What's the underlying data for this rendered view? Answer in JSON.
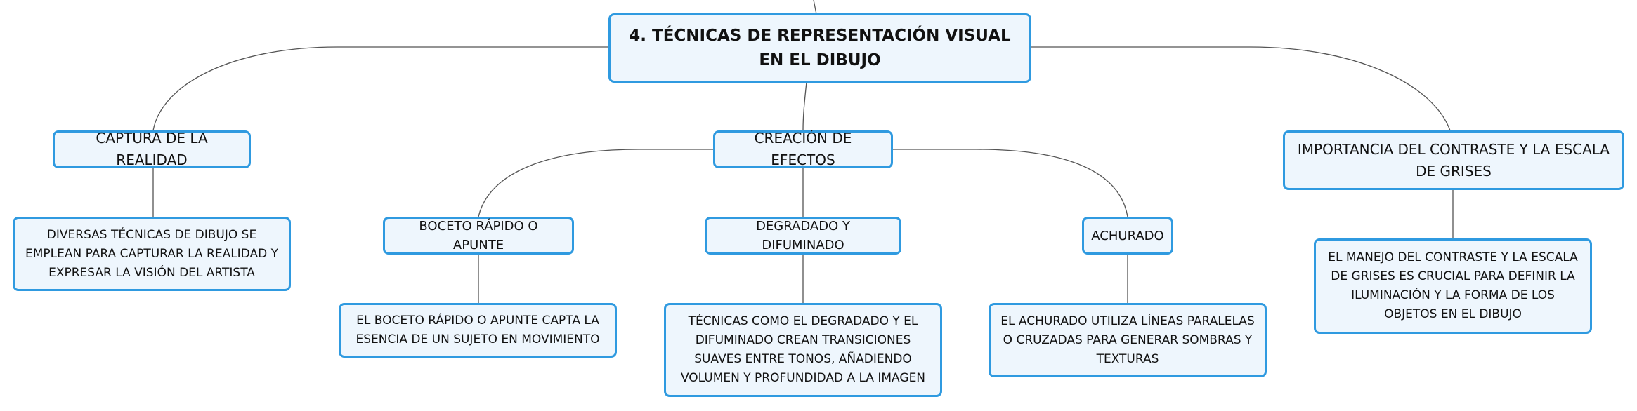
{
  "mindmap": {
    "root": {
      "label": "4. TÉCNICAS DE REPRESENTACIÓN VISUAL EN EL DIBUJO"
    },
    "branches": [
      {
        "label": "CAPTURA DE LA REALIDAD",
        "details": "DIVERSAS TÉCNICAS DE DIBUJO SE EMPLEAN PARA CAPTURAR LA REALIDAD Y EXPRESAR LA VISIÓN DEL ARTISTA"
      },
      {
        "label": "CREACIÓN DE EFECTOS",
        "children": [
          {
            "label": "BOCETO RÁPIDO O APUNTE",
            "details": "EL BOCETO RÁPIDO O APUNTE CAPTA LA ESENCIA DE UN SUJETO EN MOVIMIENTO"
          },
          {
            "label": "DEGRADADO Y DIFUMINADO",
            "details": "TÉCNICAS COMO EL DEGRADADO Y EL DIFUMINADO CREAN TRANSICIONES SUAVES ENTRE TONOS, AÑADIENDO VOLUMEN Y PROFUNDIDAD A LA IMAGEN"
          },
          {
            "label": "ACHURADO",
            "details": "EL ACHURADO UTILIZA LÍNEAS PARALELAS O CRUZADAS PARA GENERAR SOMBRAS Y TEXTURAS"
          }
        ]
      },
      {
        "label": "IMPORTANCIA DEL CONTRASTE Y LA ESCALA DE GRISES",
        "details": "EL MANEJO DEL CONTRASTE Y LA ESCALA DE GRISES ES CRUCIAL PARA DEFINIR LA ILUMINACIÓN Y LA FORMA DE LOS OBJETOS EN EL DIBUJO"
      }
    ]
  },
  "colors": {
    "node_border": "#2f9ae0",
    "node_fill": "#eef6fd",
    "connector": "#555555",
    "text": "#111111"
  }
}
